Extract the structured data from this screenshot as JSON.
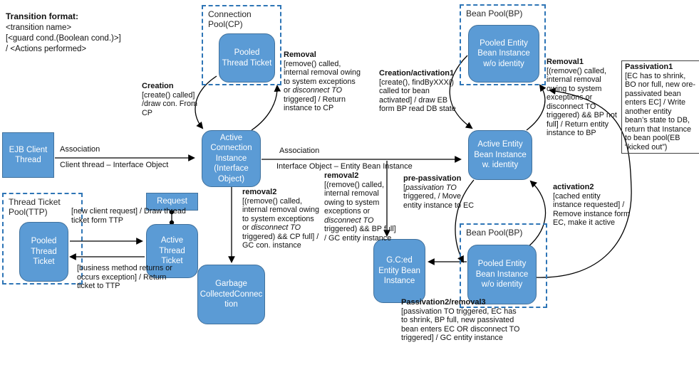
{
  "colors": {
    "state_fill": "#5b9bd5",
    "state_border": "#41719c",
    "pool_border": "#2e75b6"
  },
  "format_note": {
    "title": "Transition format:",
    "line1": "<transition name>",
    "line2": "[<guard cond.(Boolean cond.)>]",
    "line3": "/ <Actions performed>"
  },
  "pools": {
    "cp": {
      "label": "Connection Pool(CP)"
    },
    "bp_top": {
      "label": "Bean Pool(BP)"
    },
    "bp_bottom": {
      "label": "Bean Pool(BP)"
    },
    "ttp": {
      "label": "Thread Ticket Pool(TTP)"
    }
  },
  "states": {
    "pooled_tt_cp": "Pooled Thread Ticket",
    "active_conn": "Active Connection Instance (Interface Object)",
    "ejb_client": "EJB Client Thread",
    "pooled_eb_top": "Pooled Entity Bean Instance w/o identity",
    "active_eb": "Active Entity Bean Instance w. identity",
    "gc_entity": "G.C:ed Entity Bean Instance",
    "pooled_eb_bottom": "Pooled Entity Bean Instance w/o identity",
    "pooled_tt_ttp": "Pooled Thread Ticket",
    "request": "Request",
    "active_tt": "Active Thread Ticket",
    "garbage_conn": "Garbage CollectedConnection"
  },
  "associations": {
    "assoc1_title": "Association",
    "assoc1_sub": "Client thread – Interface Object",
    "assoc2_title": "Association",
    "assoc2_sub": "Interface Object – Entity Bean Instance"
  },
  "transitions": {
    "creation": {
      "title": "Creation",
      "pre": "[create() called] /draw con. From CP"
    },
    "removal": {
      "title": "Removal",
      "pre": "[remove() called, internal removal owing to system exceptions or ",
      "italic": "disconnect TO",
      "post": " triggered] / Return instance to CP"
    },
    "removal2_cp": {
      "title": "removal2",
      "pre": "[(remove() called, internal removal owing to system exceptions or ",
      "italic": "disconnect TO",
      "post": " triggered) && CP full] / GC con. instance"
    },
    "removal2_bp": {
      "title": "removal2",
      "pre": "[(remove() called, internal removal owing to system exceptions or ",
      "italic": "disconnect TO",
      "post": " triggered) && BP full] / GC entity instance"
    },
    "creation_activation1": {
      "title": "Creation/activation1",
      "pre": "[create(), findByXXX() called tor bean activated] / draw EB form BP read DB state"
    },
    "removal1": {
      "title": "Removal1",
      "pre": "[(remove() called, internal removal owing to system exceptions or disconnect TO triggered) && BP not full] / Return entity instance to BP"
    },
    "passivation1": {
      "title": "Passivation1",
      "pre": "[EC has to shrink, BO nor full, new ore-passivated bean enters EC] / Write another entity bean’s state to DB, return that Instance to bean pool(EB “kicked out”)"
    },
    "pre_passivation": {
      "title": "pre-passivation",
      "pre": "[",
      "italic": "passivation TO",
      "post": " triggered, / Move entity instance to EC"
    },
    "activation2": {
      "title": "activation2",
      "pre": "[cached entity instance requested] / Remove instance form EC, make it active"
    },
    "passivation2_removal3": {
      "title": "Passivation2/removal3",
      "pre": "[passivation TO triggered, EC has to shrink, BP full, new passivated bean enters EC OR disconnect TO triggered] / GC entity instance"
    },
    "new_client": {
      "pre": "[new client request] / Draw thread ticket form TTP"
    },
    "business_return": {
      "pre": "[business method returns or occurs exception] / Return ticket to TTP"
    }
  }
}
